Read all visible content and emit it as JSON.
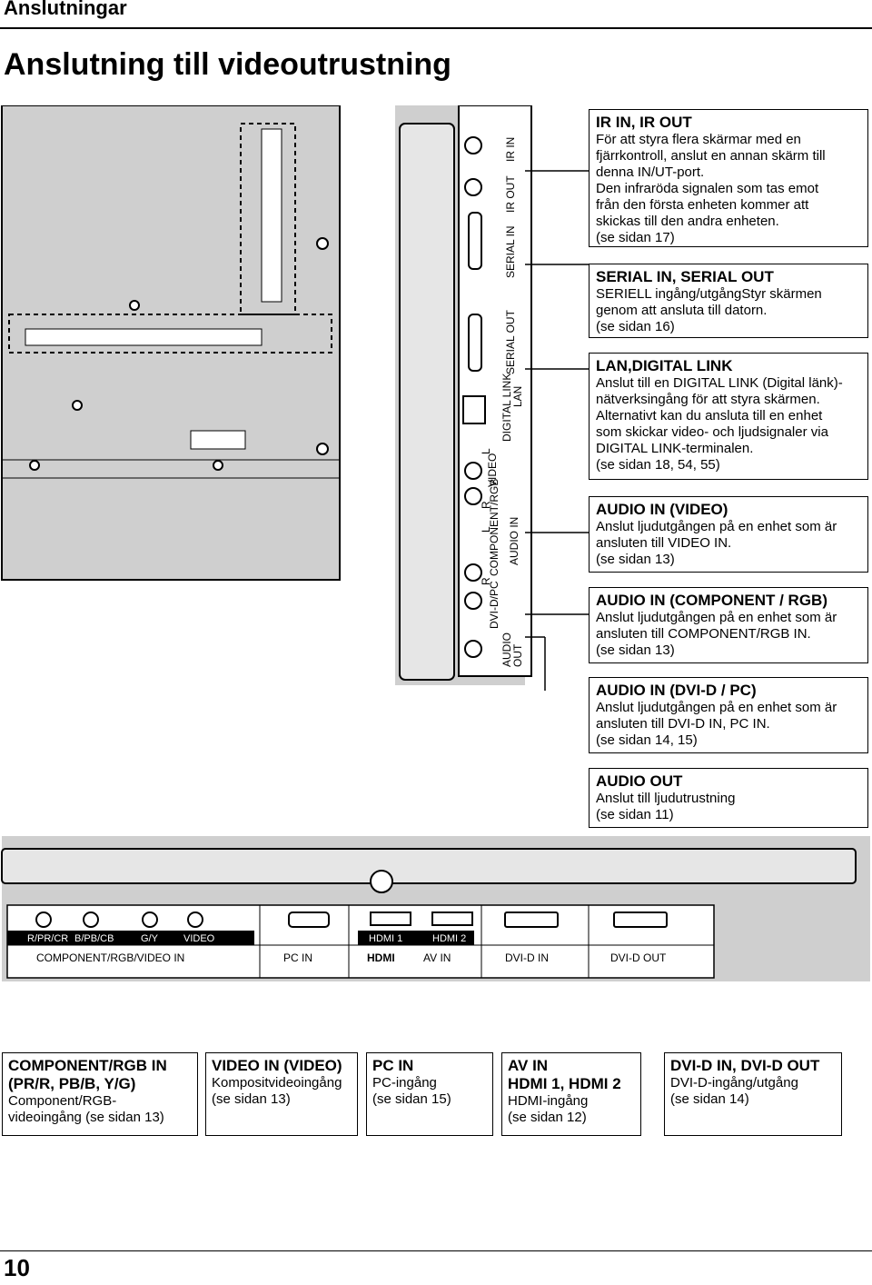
{
  "header": {
    "section_title": "Anslutningar",
    "page_title": "Anslutning till videoutrustning"
  },
  "side_panel_labels": {
    "ir_in": "IR IN",
    "ir_out": "IR OUT",
    "serial_in": "SERIAL IN",
    "serial_out": "SERIAL OUT",
    "digital_link": "DIGITAL LINK",
    "lan": "LAN",
    "video": "VIDEO",
    "l": "L",
    "r": "R",
    "component_rgb": "COMPONENT/RGB",
    "audio_in": "AUDIO IN",
    "dvi_d_pc": "DVI-D/PC",
    "audio": "AUDIO",
    "out": "OUT"
  },
  "descriptions": [
    {
      "title": "IR IN, IR OUT",
      "lines": [
        "För att styra flera skärmar med en",
        "fjärrkontroll, anslut en annan skärm till",
        "denna IN/UT-port.",
        "Den infraröda signalen som tas emot",
        "från den första enheten kommer att",
        "skickas till den andra enheten.",
        "(se sidan 17)"
      ]
    },
    {
      "title": "SERIAL IN, SERIAL OUT",
      "lines": [
        "SERIELL ingång/utgångStyr skärmen",
        "genom att ansluta till datorn.",
        "(se sidan 16)"
      ]
    },
    {
      "title": "LAN,DIGITAL LINK",
      "lines": [
        "Anslut till en DIGITAL LINK (Digital länk)-",
        "nätverksingång för att styra skärmen.",
        "Alternativt kan du ansluta till en enhet",
        "som skickar video- och ljudsignaler via",
        "DIGITAL LINK-terminalen.",
        "(se sidan 18, 54, 55)"
      ]
    },
    {
      "title": "AUDIO IN (VIDEO)",
      "lines": [
        "Anslut ljudutgången på en enhet som är",
        "ansluten till VIDEO IN.",
        "(se sidan 13)"
      ]
    },
    {
      "title": "AUDIO IN (COMPONENT / RGB)",
      "lines": [
        "Anslut ljudutgången på en enhet som är",
        "ansluten till COMPONENT/RGB IN.",
        "(se sidan 13)"
      ]
    },
    {
      "title": "AUDIO IN (DVI-D / PC)",
      "lines": [
        "Anslut ljudutgången på en enhet som är",
        "ansluten till DVI-D IN, PC IN.",
        "(se sidan 14, 15)"
      ]
    },
    {
      "title": "AUDIO OUT",
      "lines": [
        "Anslut till ljudutrustning",
        "(se sidan 11)"
      ]
    }
  ],
  "bottom_panel_labels": {
    "pr": "R/PR/CR",
    "pb": "B/PB/CB",
    "gy": "G/Y",
    "video": "VIDEO",
    "hdmi1": "HDMI 1",
    "hdmi2": "HDMI 2",
    "component_rgb_video_in": "COMPONENT/RGB/VIDEO IN",
    "pc_in": "PC IN",
    "hdmi_logo": "HDMI",
    "av_in": "AV IN",
    "dvi_d_in": "DVI-D IN",
    "dvi_d_out": "DVI-D OUT"
  },
  "captions": [
    {
      "title_lines": [
        "COMPONENT/RGB IN",
        "(PR/R, PB/B, Y/G)"
      ],
      "lines": [
        "Component/RGB-",
        "videoingång (se sidan 13)"
      ]
    },
    {
      "title_lines": [
        "VIDEO IN (VIDEO)"
      ],
      "lines": [
        "Kompositvideoingång",
        "(se sidan 13)"
      ]
    },
    {
      "title_lines": [
        "PC IN"
      ],
      "lines": [
        "PC-ingång",
        "(se sidan 15)"
      ]
    },
    {
      "title_lines": [
        "AV IN",
        "HDMI 1, HDMI 2"
      ],
      "lines": [
        "HDMI-ingång",
        "(se sidan 12)"
      ]
    },
    {
      "title_lines": [
        "DVI-D IN, DVI-D OUT"
      ],
      "lines": [
        "DVI-D-ingång/utgång",
        "(se sidan 14)"
      ]
    }
  ],
  "page_number": "10"
}
